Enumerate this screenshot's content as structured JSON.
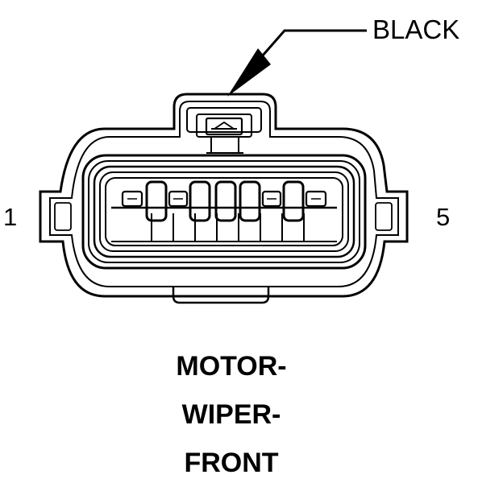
{
  "callout": {
    "color_label": "BLACK"
  },
  "pins": {
    "first": "1",
    "last": "5"
  },
  "connector_name": {
    "line1": "MOTOR-",
    "line2": "WIPER-",
    "line3": "FRONT"
  },
  "colors": {
    "ink": "#000000",
    "paper": "#ffffff"
  }
}
